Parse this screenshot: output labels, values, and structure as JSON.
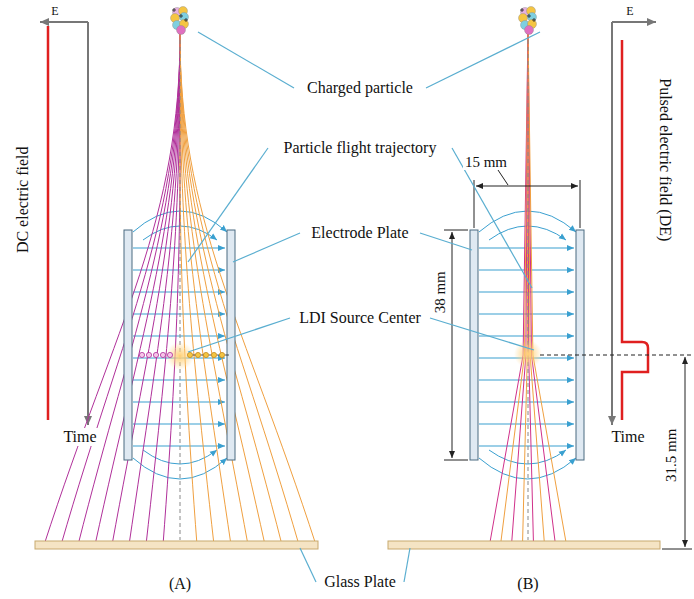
{
  "diagram": {
    "labels": [
      "E",
      "DC electric field",
      "Time",
      "Charged particle",
      "Particle flight trajectory",
      "Electrode Plate",
      "LDI Source Center",
      "Glass Plate",
      "15 mm",
      "38 mm",
      "31.5 mm",
      "E",
      "Pulsed electric field (DE)",
      "Time",
      "(A)",
      "(B)"
    ]
  }
}
